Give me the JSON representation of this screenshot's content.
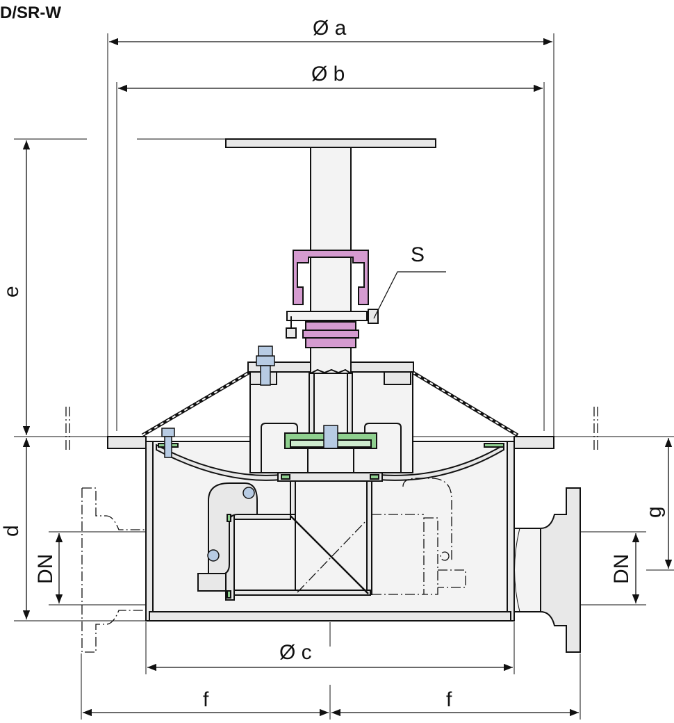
{
  "title": "D/SR-W",
  "dimensions": {
    "dia_a": "Ø a",
    "dia_b": "Ø b",
    "dia_c": "Ø c",
    "e": "e",
    "d": "d",
    "dn_left": "DN",
    "dn_right": "DN",
    "g": "g",
    "f_left": "f",
    "f_right": "f"
  },
  "callouts": {
    "s": "S"
  },
  "colors": {
    "clamp": "#d59bd0",
    "seal": "#8fd08f",
    "bolt": "#b7cbe3",
    "body": "#e8e8e8"
  }
}
